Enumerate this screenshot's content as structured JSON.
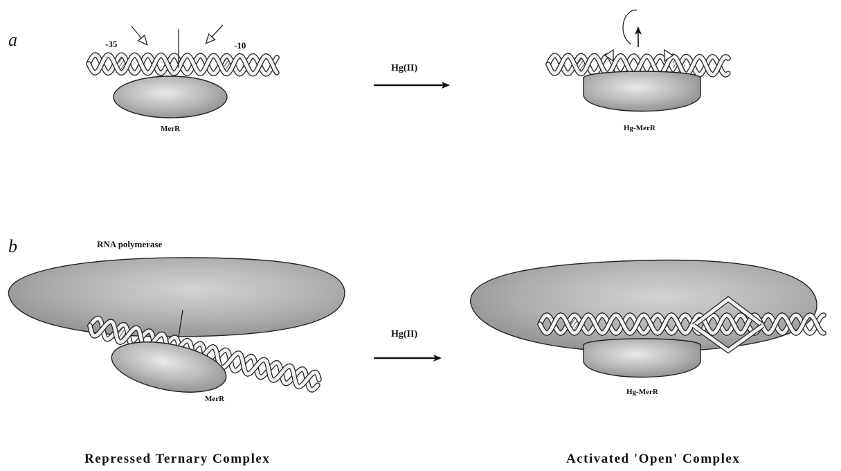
{
  "panel_a": {
    "letter": "a",
    "minus35": "-35",
    "minus10": "-10",
    "left_protein": "MerR",
    "arrow_label": "Hg(II)",
    "right_protein": "Hg-MerR"
  },
  "panel_b": {
    "letter": "b",
    "polymerase": "RNA polymerase",
    "left_protein": "MerR",
    "arrow_label": "Hg(II)",
    "right_protein": "Hg-MerR",
    "left_caption": "Repressed Ternary Complex",
    "right_caption": "Activated 'Open' Complex"
  }
}
